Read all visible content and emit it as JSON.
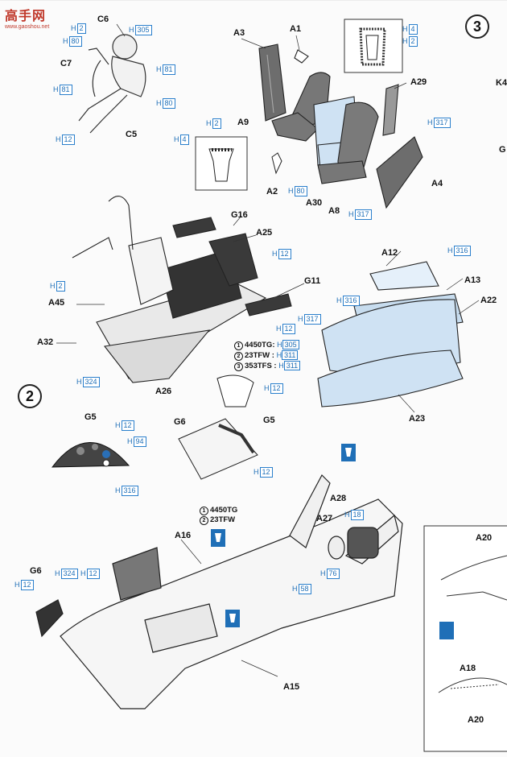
{
  "watermark": {
    "title": "高手网",
    "url": "www.gaoshou.net"
  },
  "steps": {
    "s2": "2",
    "s3": "3"
  },
  "labels": {
    "C6": "C6",
    "C7": "C7",
    "C5": "C5",
    "A3": "A3",
    "A1": "A1",
    "A9": "A9",
    "A2": "A2",
    "A30": "A30",
    "A8": "A8",
    "A29": "A29",
    "A4": "A4",
    "G16": "G16",
    "A25": "A25",
    "G11": "G11",
    "A45": "A45",
    "A32": "A32",
    "A26": "A26",
    "A12": "A12",
    "A13": "A13",
    "A22": "A22",
    "A23": "A23",
    "G5a": "G5",
    "G5b": "G5",
    "G6a": "G6",
    "G6b": "G6",
    "A28": "A28",
    "A27": "A27",
    "A16": "A16",
    "A15": "A15",
    "A20a": "A20",
    "A18": "A18",
    "A20b": "A20",
    "K4": "K4",
    "G": "G"
  },
  "colors": {
    "H305": "305",
    "H80": "80",
    "H81": "81",
    "H12": "12",
    "H2": "2",
    "H4": "4",
    "H317": "317",
    "H324": "324",
    "H316": "316",
    "H311": "311",
    "H94": "94",
    "H18": "18",
    "H76": "76",
    "H58": "58"
  },
  "h_prefix": "H",
  "versions1": [
    {
      "num": "1",
      "name": "4450TG:",
      "color": "305"
    },
    {
      "num": "2",
      "name": "23TFW",
      "color": "311"
    },
    {
      "num": "3",
      "name": "353TFS",
      "color": "311"
    }
  ],
  "versions2": [
    {
      "num": "1",
      "name": "4450TG"
    },
    {
      "num": "2",
      "name": "23TFW"
    }
  ]
}
